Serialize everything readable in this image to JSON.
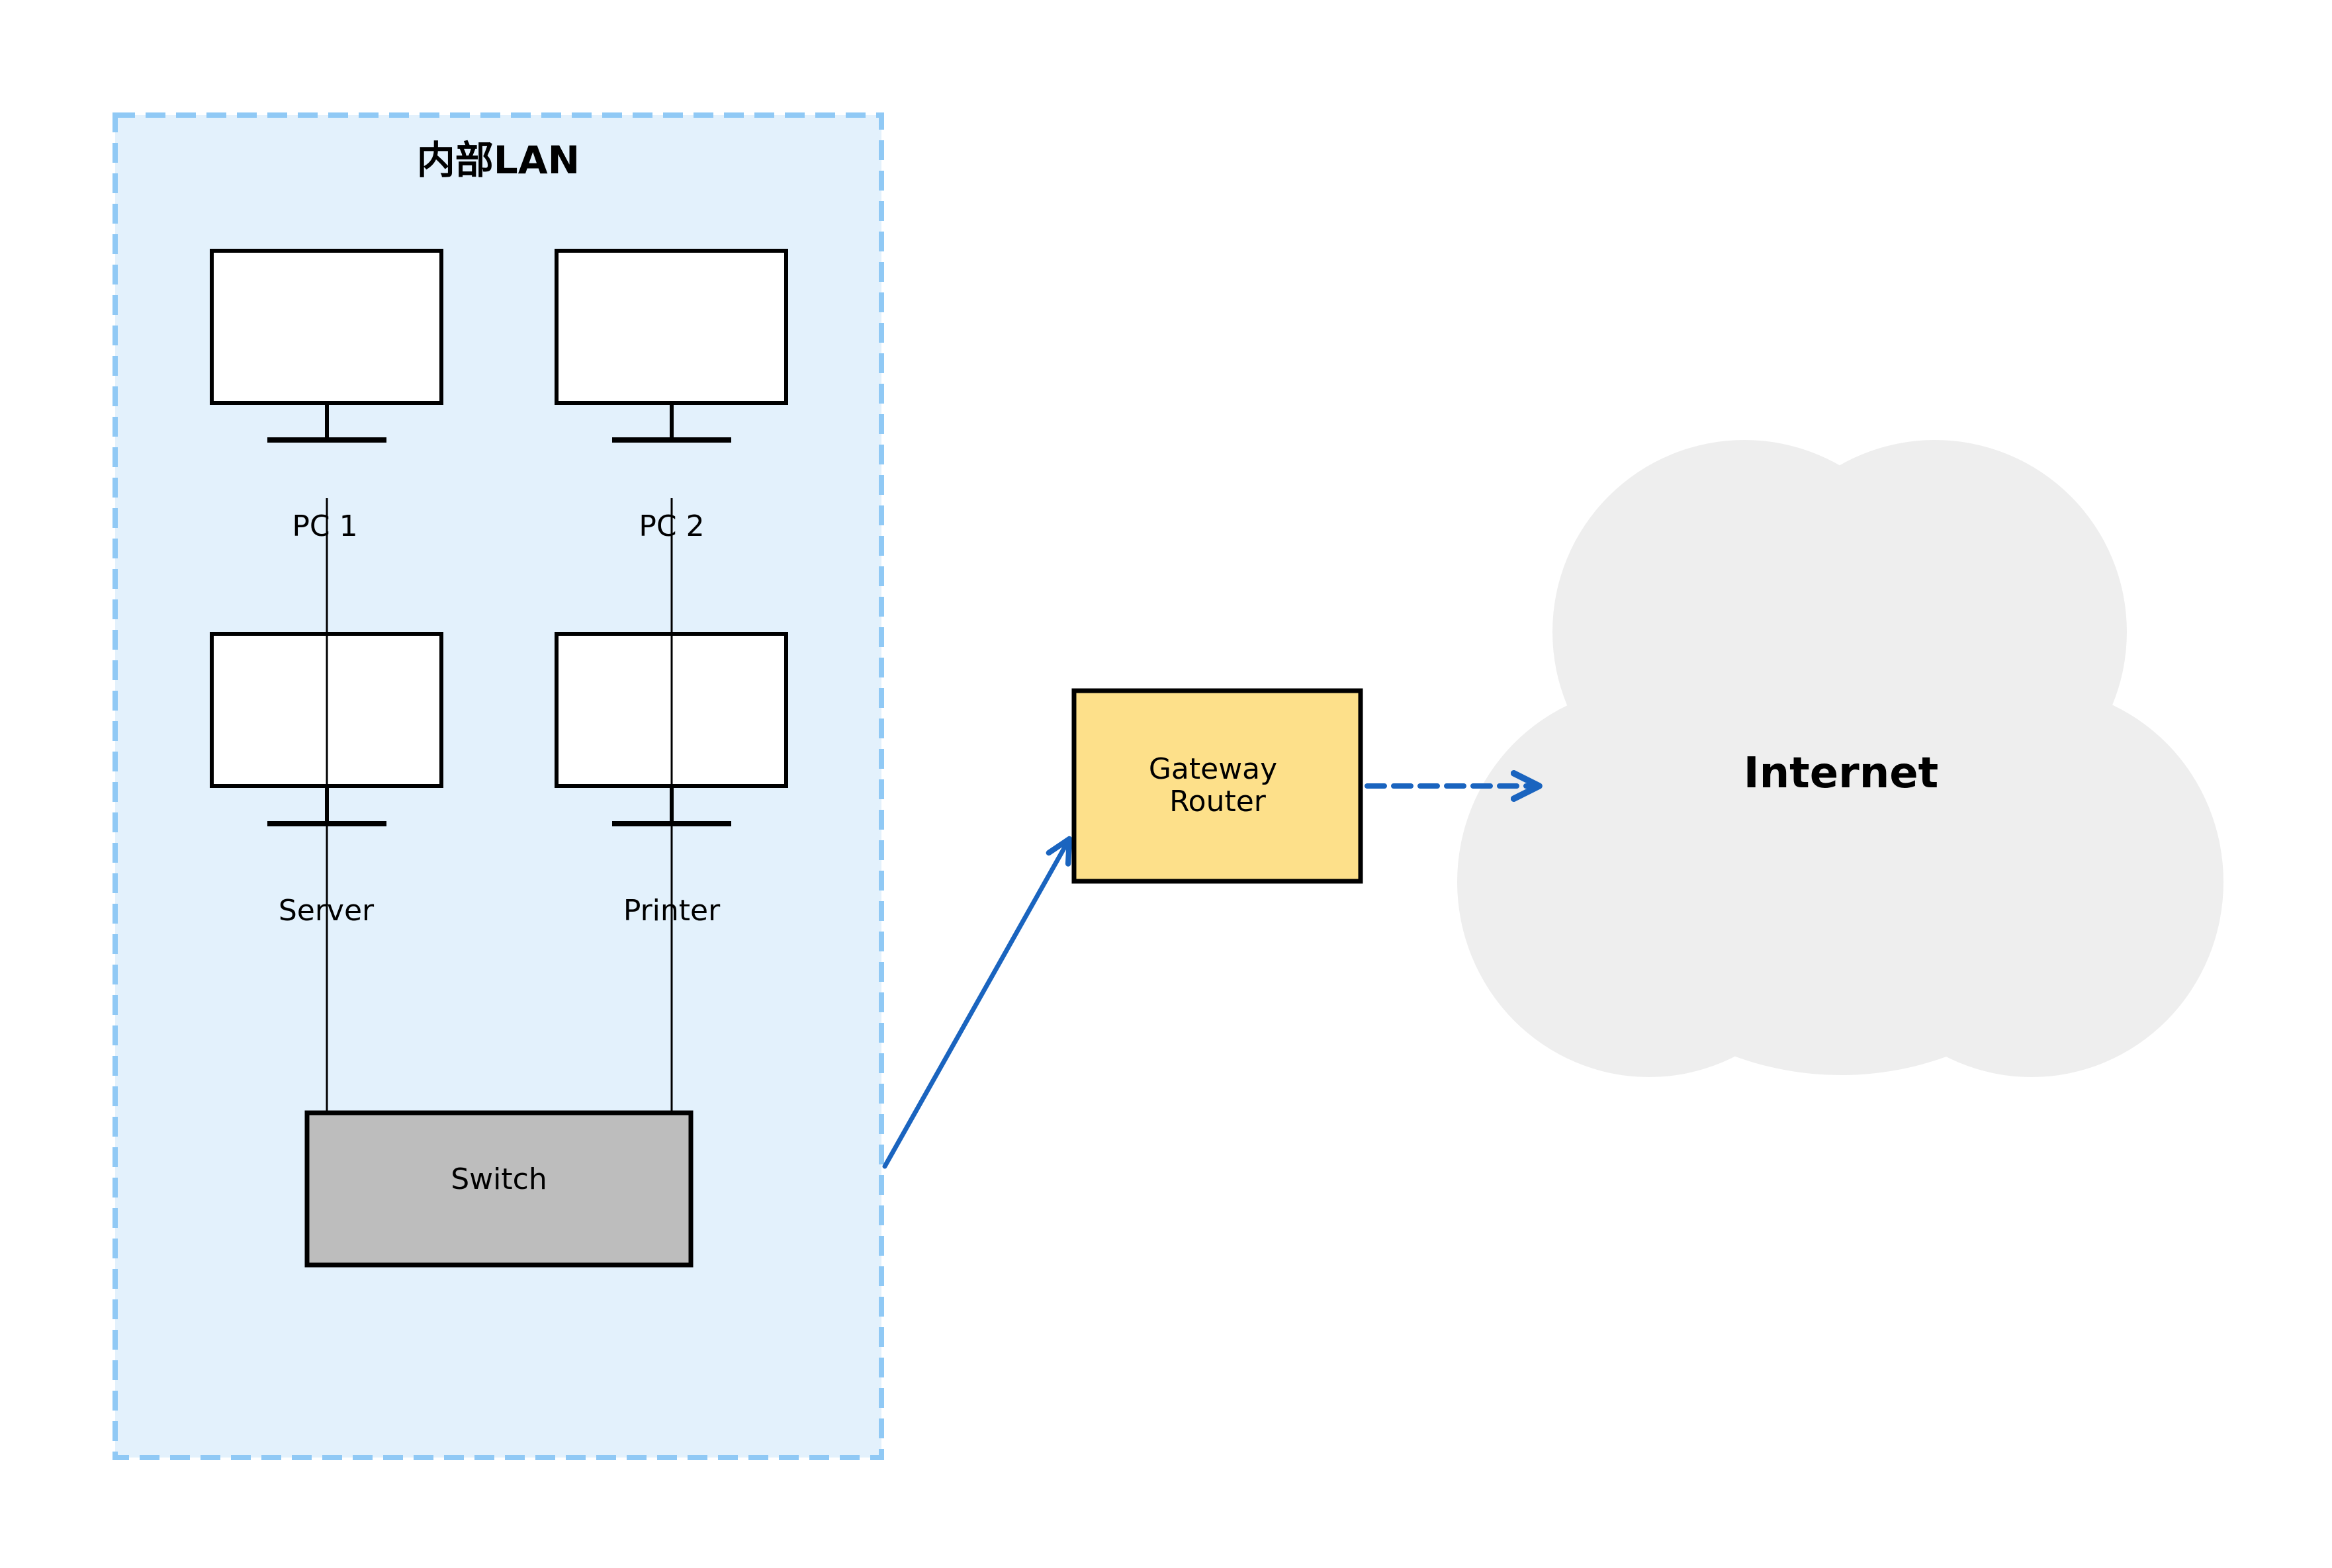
{
  "diagram": {
    "lan_zone": {
      "title": "内部LAN",
      "fill": "#e3f1fc",
      "border_color": "#90c9f5",
      "border_style": "dashed"
    },
    "nodes": [
      {
        "id": "pc1",
        "label": "PC 1",
        "type": "monitor-icon"
      },
      {
        "id": "pc2",
        "label": "PC 2",
        "type": "monitor-icon"
      },
      {
        "id": "server",
        "label": "Server",
        "type": "monitor-icon"
      },
      {
        "id": "printer",
        "label": "Printer",
        "type": "monitor-icon"
      },
      {
        "id": "switch",
        "label": "Switch",
        "type": "box",
        "fill": "#bdbdbd"
      },
      {
        "id": "router",
        "label_line1": "Gateway",
        "label_line2": "Router",
        "type": "box",
        "fill": "#fde08a"
      },
      {
        "id": "internet",
        "label": "Internet",
        "type": "cloud-icon",
        "fill": "#eeeeee"
      }
    ],
    "edges": [
      {
        "from": "pc1",
        "to": "switch",
        "style": "solid",
        "color": "#000000"
      },
      {
        "from": "pc2",
        "to": "switch",
        "style": "solid",
        "color": "#000000"
      },
      {
        "from": "lan_zone",
        "to": "router",
        "style": "solid-arrow",
        "color": "#1a64bf"
      },
      {
        "from": "router",
        "to": "internet",
        "style": "dashed-arrow",
        "color": "#1a64bf"
      }
    ]
  }
}
